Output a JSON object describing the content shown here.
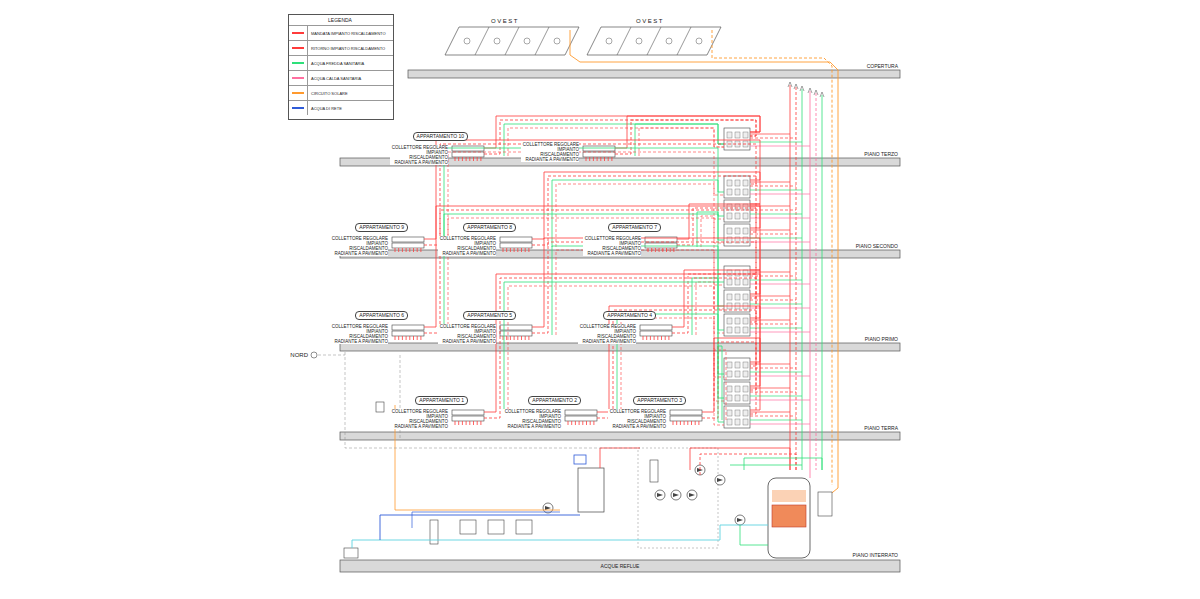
{
  "diagram": {
    "nodes": [
      {
        "text": [
          "APPARTAMENTO 10",
          "COLLETTORE REGOLARE IMPIANTO RISCALDAMENTO RADIANTE A PAVIMENTO"
        ]
      },
      {
        "text": [
          "COLLETTORE REGOLARE IMPIANTO RISCALDAMENTO RADIANTE A PAVIMENTO"
        ]
      },
      {
        "text": [
          "APPARTAMENTO 9",
          "COLLETTORE REGOLARE IMPIANTO RISCALDAMENTO RADIANTE A PAVIMENTO"
        ]
      },
      {
        "text": [
          "APPARTAMENTO 8",
          "COLLETTORE REGOLARE IMPIANTO RISCALDAMENTO RADIANTE A PAVIMENTO"
        ]
      },
      {
        "text": [
          "APPARTAMENTO 7",
          "COLLETTORE REGOLARE IMPIANTO RISCALDAMENTO RADIANTE A PAVIMENTO"
        ]
      },
      {
        "text": [
          "APPARTAMENTO 6",
          "COLLETTORE REGOLARE IMPIANTO RISCALDAMENTO RADIANTE A PAVIMENTO"
        ]
      },
      {
        "text": [
          "APPARTAMENTO 5",
          "COLLETTORE REGOLARE IMPIANTO RISCALDAMENTO RADIANTE A PAVIMENTO"
        ]
      },
      {
        "text": [
          "APPARTAMENTO 4",
          "COLLETTORE REGOLARE IMPIANTO RISCALDAMENTO RADIANTE A PAVIMENTO"
        ]
      },
      {
        "text": [
          "APPARTAMENTO 1",
          "COLLETTORE REGOLARE IMPIANTO RISCALDAMENTO RADIANTE A PAVIMENTO"
        ]
      },
      {
        "text": [
          "APPARTAMENTO 2",
          "COLLETTORE REGOLARE IMPIANTO RISCALDAMENTO RADIANTE A PAVIMENTO"
        ]
      },
      {
        "text": [
          "APPARTAMENTO 3",
          "COLLETTORE REGOLARE IMPIANTO RISCALDAMENTO RADIANTE A PAVIMENTO"
        ]
      }
    ],
    "labels": [
      "LEGENDA",
      "OVEST",
      "OVEST",
      "COPERTURA",
      "PIANO TERZO",
      "PIANO SECONDO",
      "PIANO PRIMO",
      "PIANO TERRA",
      "PIANO INTERRATO",
      "ACQUE REFLUE",
      "NORD"
    ],
    "legend": [
      {
        "text": "MANDATA IMPIANTO RISCALDAMENTO",
        "color": "#ff3b3b"
      },
      {
        "text": "RITORNO IMPIANTO RISCALDAMENTO"
      },
      {
        "text": "ACQUA FREDDA SANITARIA",
        "color": "#2ee07a"
      },
      {
        "text": "ACQUA CALDA SANITARIA",
        "color": "#ff6fa0"
      },
      {
        "text": "CIRCUITO SOLARE",
        "color": "#ff9a2e"
      },
      {
        "text": "ACQUA DI RETE",
        "color": "#2f5bd8"
      }
    ]
  }
}
